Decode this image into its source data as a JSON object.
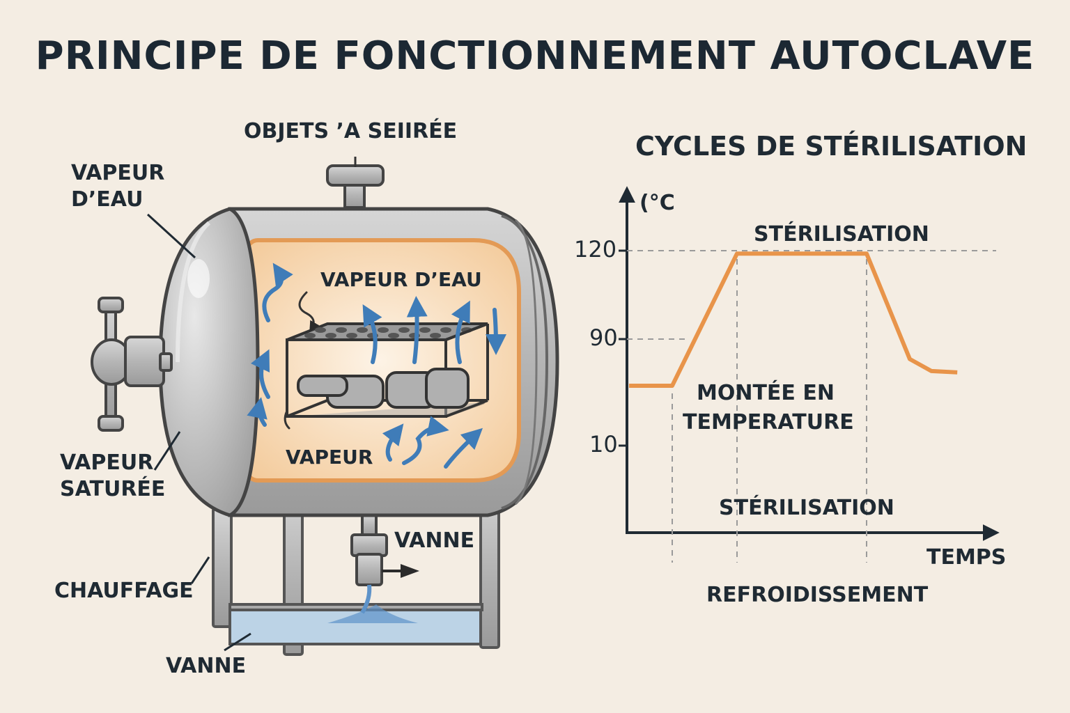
{
  "title": "PRINCIPE DE FONCTIONNEMENT AUTOCLAVE",
  "diagram": {
    "labels": {
      "objets": "OBJETS ʼA SEIIRÉE",
      "vapeur_eau_outer_1": "VAPEUR",
      "vapeur_eau_outer_2": "D’EAU",
      "vapeur_eau_inner": "VAPEUR D’EAU",
      "vapeur_inner": "VAPEUR",
      "vapeur_saturee_1": "VAPEUR",
      "vapeur_saturee_2": "SATURÉE",
      "vanne_right": "VANNE",
      "chauffage": "CHAUFFAGE",
      "vanne_bottom": "VANNE"
    },
    "colors": {
      "metal": "#b8b8b8",
      "metal_dark": "#5a5a5a",
      "chamber": "#f6d2a8",
      "steam_arrow": "#3f7cb8",
      "water": "#9fc3e0"
    }
  },
  "chart": {
    "title": "CYCLES DE STÉRILISATION",
    "annotations": {
      "sterilisation_top": "STÉRILISATION",
      "montee_1": "MONTÉE EN",
      "montee_2": "TEMPERATURE",
      "sterilisation_bottom": "STÉRILISATION",
      "refroidissement": "REFROIDISSEMENT"
    }
  },
  "chart_data": {
    "type": "line",
    "title": "CYCLES DE STÉRILISATION",
    "xlabel": "TEMPS",
    "ylabel": "(°C",
    "yticks": [
      {
        "label": "120",
        "value": 120
      },
      {
        "label": "90",
        "value": 90
      },
      {
        "label": "10",
        "value": 10
      }
    ],
    "series": [
      {
        "color": "#e8944a",
        "points": [
          [
            0,
            55
          ],
          [
            1,
            55
          ],
          [
            2.5,
            119
          ],
          [
            5.5,
            119
          ],
          [
            6.5,
            75
          ],
          [
            7,
            66
          ],
          [
            7.6,
            65
          ]
        ]
      }
    ],
    "phase_boundaries_x": [
      1,
      2.5,
      5.5
    ],
    "grid": "dashed reference lines"
  }
}
